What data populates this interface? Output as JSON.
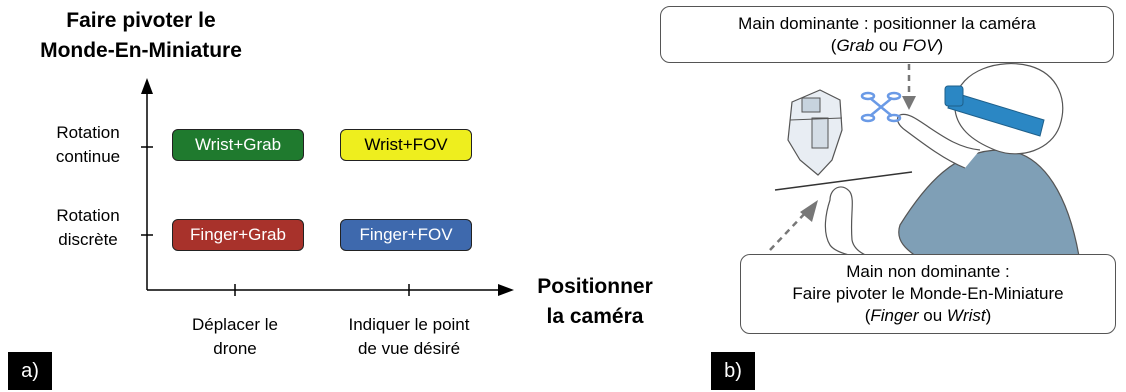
{
  "panel_a": {
    "tag": "a)",
    "y_title": [
      "Faire pivoter le",
      "Monde-En-Miniature"
    ],
    "x_title": [
      "Positionner",
      "la caméra"
    ],
    "rows": [
      [
        "Rotation",
        "continue"
      ],
      [
        "Rotation",
        "discrète"
      ]
    ],
    "columns": [
      [
        "Déplacer le",
        "drone"
      ],
      [
        "Indiquer le point",
        "de vue désiré"
      ]
    ],
    "cells": [
      {
        "label": "Wrist+Grab",
        "color": "#1f7a2e",
        "text_color": "#ffffff"
      },
      {
        "label": "Wrist+FOV",
        "color": "#eeee1e",
        "text_color": "#000000"
      },
      {
        "label": "Finger+Grab",
        "color": "#a8322b",
        "text_color": "#ffffff"
      },
      {
        "label": "Finger+FOV",
        "color": "#3e69ad",
        "text_color": "#ffffff"
      }
    ]
  },
  "panel_b": {
    "tag": "b)",
    "top_callout": {
      "line1": "Main dominante : positionner la caméra",
      "open": "(",
      "opt1": "Grab",
      "mid": " ou ",
      "opt2": "FOV",
      "close": ")"
    },
    "bottom_callout": {
      "line1": "Main non dominante :",
      "line2": "Faire pivoter le Monde-En-Miniature",
      "open": "(",
      "opt1": "Finger",
      "mid": " ou ",
      "opt2": "Wrist",
      "close": ")"
    },
    "colors": {
      "headset": "#2b87c4",
      "person": "#7f9fb6",
      "drone": "#6a9ae6"
    }
  }
}
